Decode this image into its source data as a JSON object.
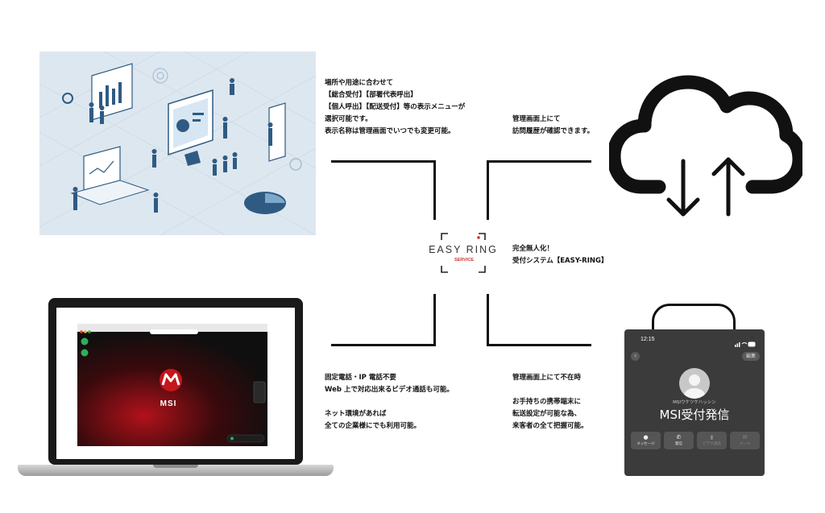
{
  "blocks": {
    "top_left": [
      "場所や用途に合わせて",
      "【総合受付】【部署代表呼出】",
      "【個人呼出】【配送受付】等の表示メニューが",
      "選択可能です。",
      "表示名称は管理画面でいつでも変更可能。"
    ],
    "top_right": [
      "管理画面上にて",
      "訪問履歴が確認できます。"
    ],
    "center": [
      "完全無人化！",
      "受付システム【EASY-RING】"
    ],
    "bottom_left": [
      "固定電話・IP 電話不要",
      "Web 上で対応出来るビデオ通話も可能。",
      "",
      "ネット環境があれば",
      "全ての企業様にでも利用可能。"
    ],
    "bottom_right": [
      "管理画面上にて不在時",
      "",
      "お手持ちの携帯端末に",
      "転送設定が可能な為、",
      "来客者の全て把握可能。"
    ]
  },
  "logo": {
    "word": "EASY RING",
    "sub": "SERVICE",
    "dot_color": "#d0312d"
  },
  "laptop": {
    "brand": "MSI",
    "brand_color": "#c4161c"
  },
  "phone": {
    "time": "12:15",
    "battery": "96",
    "back_icon": "chevron-left-icon",
    "edit_label": "編集",
    "caller_sub": "MSIウケツケハッシン",
    "caller_name": "MSI受付発信",
    "buttons": [
      {
        "icon": "message-icon",
        "label": "メッセージ"
      },
      {
        "icon": "phone-icon",
        "label": "発信"
      },
      {
        "icon": "video-icon",
        "label": "ビデオ通話"
      },
      {
        "icon": "mail-icon",
        "label": "メール"
      }
    ]
  },
  "icons": {
    "cloud": "cloud-sync-icon"
  }
}
